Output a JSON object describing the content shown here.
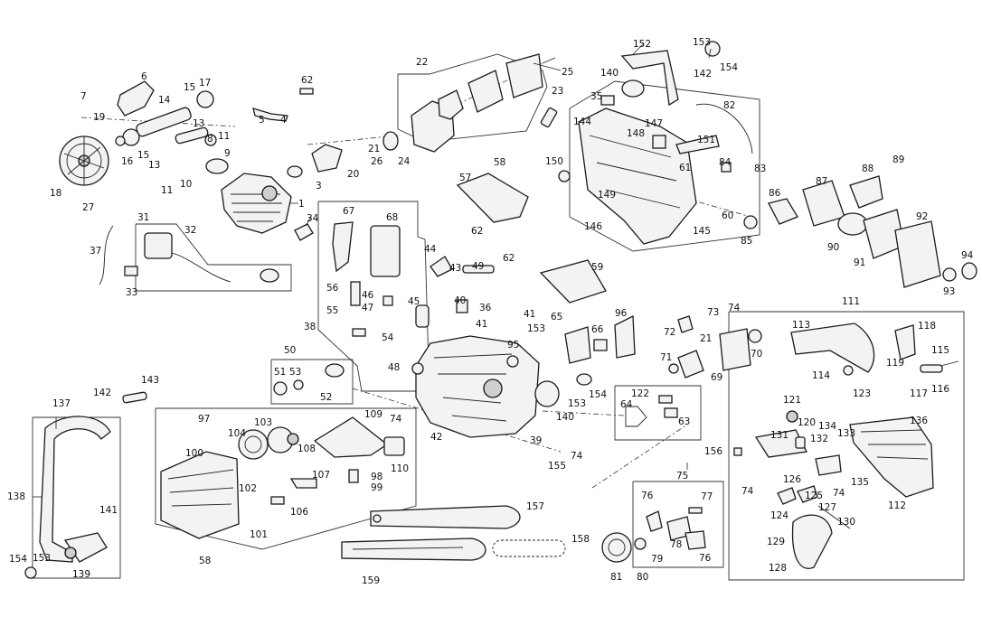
{
  "callouts": [
    {
      "id": "c1",
      "text": "1"
    },
    {
      "id": "c3",
      "text": "3"
    },
    {
      "id": "c4",
      "text": "4"
    },
    {
      "id": "c5",
      "text": "5"
    },
    {
      "id": "c6",
      "text": "6"
    },
    {
      "id": "c7",
      "text": "7"
    },
    {
      "id": "c8",
      "text": "8"
    },
    {
      "id": "c9",
      "text": "9"
    },
    {
      "id": "c10",
      "text": "10"
    },
    {
      "id": "c11a",
      "text": "11"
    },
    {
      "id": "c11b",
      "text": "11"
    },
    {
      "id": "c13a",
      "text": "13"
    },
    {
      "id": "c13b",
      "text": "13"
    },
    {
      "id": "c14",
      "text": "14"
    },
    {
      "id": "c15a",
      "text": "15"
    },
    {
      "id": "c15b",
      "text": "15"
    },
    {
      "id": "c16",
      "text": "16"
    },
    {
      "id": "c17",
      "text": "17"
    },
    {
      "id": "c18",
      "text": "18"
    },
    {
      "id": "c19",
      "text": "19"
    },
    {
      "id": "c20",
      "text": "20"
    },
    {
      "id": "c21a",
      "text": "21"
    },
    {
      "id": "c21b",
      "text": "21"
    },
    {
      "id": "c22",
      "text": "22"
    },
    {
      "id": "c23",
      "text": "23"
    },
    {
      "id": "c24",
      "text": "24"
    },
    {
      "id": "c25",
      "text": "25"
    },
    {
      "id": "c26",
      "text": "26"
    },
    {
      "id": "c27",
      "text": "27"
    },
    {
      "id": "c31",
      "text": "31"
    },
    {
      "id": "c32",
      "text": "32"
    },
    {
      "id": "c33",
      "text": "33"
    },
    {
      "id": "c34",
      "text": "34"
    },
    {
      "id": "c35",
      "text": "35"
    },
    {
      "id": "c36",
      "text": "36"
    },
    {
      "id": "c37",
      "text": "37"
    },
    {
      "id": "c38",
      "text": "38"
    },
    {
      "id": "c39",
      "text": "39"
    },
    {
      "id": "c40",
      "text": "40"
    },
    {
      "id": "c41a",
      "text": "41"
    },
    {
      "id": "c41b",
      "text": "41"
    },
    {
      "id": "c42",
      "text": "42"
    },
    {
      "id": "c43",
      "text": "43"
    },
    {
      "id": "c44",
      "text": "44"
    },
    {
      "id": "c45",
      "text": "45"
    },
    {
      "id": "c46",
      "text": "46"
    },
    {
      "id": "c47",
      "text": "47"
    },
    {
      "id": "c48",
      "text": "48"
    },
    {
      "id": "c49",
      "text": "49"
    },
    {
      "id": "c50",
      "text": "50"
    },
    {
      "id": "c51",
      "text": "51"
    },
    {
      "id": "c52",
      "text": "52"
    },
    {
      "id": "c53",
      "text": "53"
    },
    {
      "id": "c54",
      "text": "54"
    },
    {
      "id": "c55",
      "text": "55"
    },
    {
      "id": "c56",
      "text": "56"
    },
    {
      "id": "c57",
      "text": "57"
    },
    {
      "id": "c58a",
      "text": "58"
    },
    {
      "id": "c58b",
      "text": "58"
    },
    {
      "id": "c59",
      "text": "59"
    },
    {
      "id": "c60",
      "text": "60"
    },
    {
      "id": "c61",
      "text": "61"
    },
    {
      "id": "c62a",
      "text": "62"
    },
    {
      "id": "c62b",
      "text": "62"
    },
    {
      "id": "c62c",
      "text": "62"
    },
    {
      "id": "c63",
      "text": "63"
    },
    {
      "id": "c64",
      "text": "64"
    },
    {
      "id": "c65",
      "text": "65"
    },
    {
      "id": "c66",
      "text": "66"
    },
    {
      "id": "c67",
      "text": "67"
    },
    {
      "id": "c68",
      "text": "68"
    },
    {
      "id": "c69",
      "text": "69"
    },
    {
      "id": "c70",
      "text": "70"
    },
    {
      "id": "c71",
      "text": "71"
    },
    {
      "id": "c72",
      "text": "72"
    },
    {
      "id": "c73",
      "text": "73"
    },
    {
      "id": "c74a",
      "text": "74"
    },
    {
      "id": "c74b",
      "text": "74"
    },
    {
      "id": "c74c",
      "text": "74"
    },
    {
      "id": "c74d",
      "text": "74"
    },
    {
      "id": "c74e",
      "text": "74"
    },
    {
      "id": "c75",
      "text": "75"
    },
    {
      "id": "c76a",
      "text": "76"
    },
    {
      "id": "c76b",
      "text": "76"
    },
    {
      "id": "c77",
      "text": "77"
    },
    {
      "id": "c78",
      "text": "78"
    },
    {
      "id": "c79",
      "text": "79"
    },
    {
      "id": "c80",
      "text": "80"
    },
    {
      "id": "c81",
      "text": "81"
    },
    {
      "id": "c82",
      "text": "82"
    },
    {
      "id": "c83",
      "text": "83"
    },
    {
      "id": "c84",
      "text": "84"
    },
    {
      "id": "c85",
      "text": "85"
    },
    {
      "id": "c86",
      "text": "86"
    },
    {
      "id": "c87",
      "text": "87"
    },
    {
      "id": "c88",
      "text": "88"
    },
    {
      "id": "c89",
      "text": "89"
    },
    {
      "id": "c90",
      "text": "90"
    },
    {
      "id": "c91",
      "text": "91"
    },
    {
      "id": "c92",
      "text": "92"
    },
    {
      "id": "c93",
      "text": "93"
    },
    {
      "id": "c94",
      "text": "94"
    },
    {
      "id": "c95",
      "text": "95"
    },
    {
      "id": "c96",
      "text": "96"
    },
    {
      "id": "c97",
      "text": "97"
    },
    {
      "id": "c98",
      "text": "98"
    },
    {
      "id": "c99",
      "text": "99"
    },
    {
      "id": "c100",
      "text": "100"
    },
    {
      "id": "c101",
      "text": "101"
    },
    {
      "id": "c102",
      "text": "102"
    },
    {
      "id": "c103",
      "text": "103"
    },
    {
      "id": "c104",
      "text": "104"
    },
    {
      "id": "c106",
      "text": "106"
    },
    {
      "id": "c107",
      "text": "107"
    },
    {
      "id": "c108",
      "text": "108"
    },
    {
      "id": "c109",
      "text": "109"
    },
    {
      "id": "c110",
      "text": "110"
    },
    {
      "id": "c111",
      "text": "111"
    },
    {
      "id": "c112",
      "text": "112"
    },
    {
      "id": "c113",
      "text": "113"
    },
    {
      "id": "c114",
      "text": "114"
    },
    {
      "id": "c115",
      "text": "115"
    },
    {
      "id": "c116",
      "text": "116"
    },
    {
      "id": "c117",
      "text": "117"
    },
    {
      "id": "c118",
      "text": "118"
    },
    {
      "id": "c119",
      "text": "119"
    },
    {
      "id": "c120",
      "text": "120"
    },
    {
      "id": "c121",
      "text": "121"
    },
    {
      "id": "c122",
      "text": "122"
    },
    {
      "id": "c123",
      "text": "123"
    },
    {
      "id": "c124",
      "text": "124"
    },
    {
      "id": "c125",
      "text": "125"
    },
    {
      "id": "c126",
      "text": "126"
    },
    {
      "id": "c127",
      "text": "127"
    },
    {
      "id": "c128",
      "text": "128"
    },
    {
      "id": "c129",
      "text": "129"
    },
    {
      "id": "c130",
      "text": "130"
    },
    {
      "id": "c131",
      "text": "131"
    },
    {
      "id": "c132",
      "text": "132"
    },
    {
      "id": "c133",
      "text": "133"
    },
    {
      "id": "c134",
      "text": "134"
    },
    {
      "id": "c135",
      "text": "135"
    },
    {
      "id": "c136",
      "text": "136"
    },
    {
      "id": "c137",
      "text": "137"
    },
    {
      "id": "c138",
      "text": "138"
    },
    {
      "id": "c139",
      "text": "139"
    },
    {
      "id": "c140a",
      "text": "140"
    },
    {
      "id": "c140b",
      "text": "140"
    },
    {
      "id": "c141",
      "text": "141"
    },
    {
      "id": "c142a",
      "text": "142"
    },
    {
      "id": "c142b",
      "text": "142"
    },
    {
      "id": "c143",
      "text": "143"
    },
    {
      "id": "c144",
      "text": "144"
    },
    {
      "id": "c145",
      "text": "145"
    },
    {
      "id": "c146",
      "text": "146"
    },
    {
      "id": "c147",
      "text": "147"
    },
    {
      "id": "c148",
      "text": "148"
    },
    {
      "id": "c149",
      "text": "149"
    },
    {
      "id": "c150",
      "text": "150"
    },
    {
      "id": "c151",
      "text": "151"
    },
    {
      "id": "c152",
      "text": "152"
    },
    {
      "id": "c153a",
      "text": "153"
    },
    {
      "id": "c153b",
      "text": "153"
    },
    {
      "id": "c153c",
      "text": "153"
    },
    {
      "id": "c153d",
      "text": "153"
    },
    {
      "id": "c154a",
      "text": "154"
    },
    {
      "id": "c154b",
      "text": "154"
    },
    {
      "id": "c154c",
      "text": "154"
    },
    {
      "id": "c155",
      "text": "155"
    },
    {
      "id": "c156",
      "text": "156"
    },
    {
      "id": "c157",
      "text": "157"
    },
    {
      "id": "c158",
      "text": "158"
    },
    {
      "id": "c159",
      "text": "159"
    }
  ]
}
